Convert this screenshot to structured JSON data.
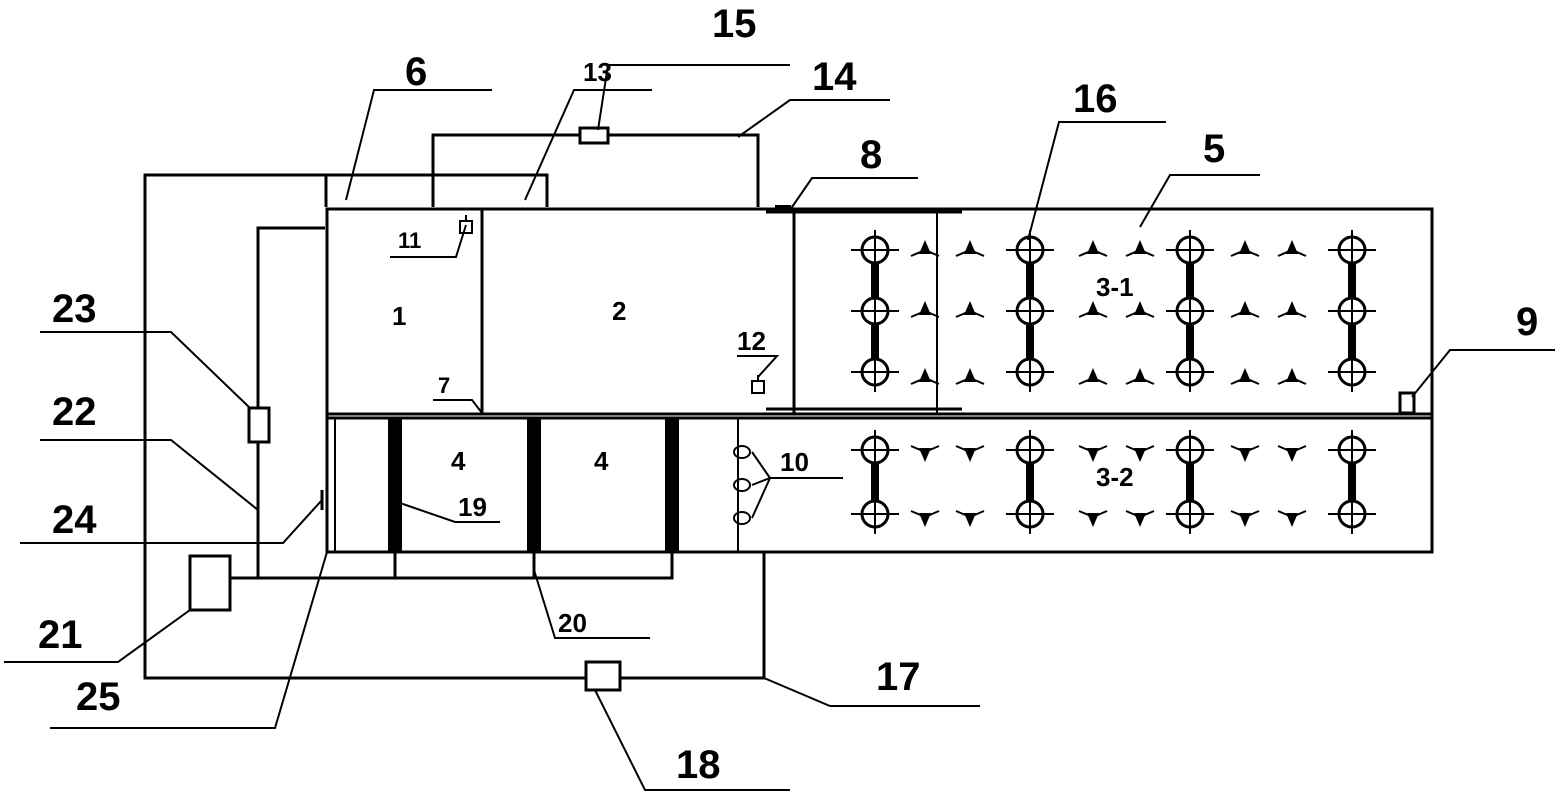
{
  "labels": {
    "l1": "1",
    "l2": "2",
    "l3_1": "3-1",
    "l3_2": "3-2",
    "l4a": "4",
    "l4b": "4",
    "l5": "5",
    "l6": "6",
    "l7": "7",
    "l8": "8",
    "l9": "9",
    "l10": "10",
    "l11": "11",
    "l12": "12",
    "l13": "13",
    "l14": "14",
    "l15": "15",
    "l16": "16",
    "l17": "17",
    "l18": "18",
    "l19": "19",
    "l20": "20",
    "l21": "21",
    "l22": "22",
    "l23": "23",
    "l24": "24",
    "l25": "25"
  }
}
